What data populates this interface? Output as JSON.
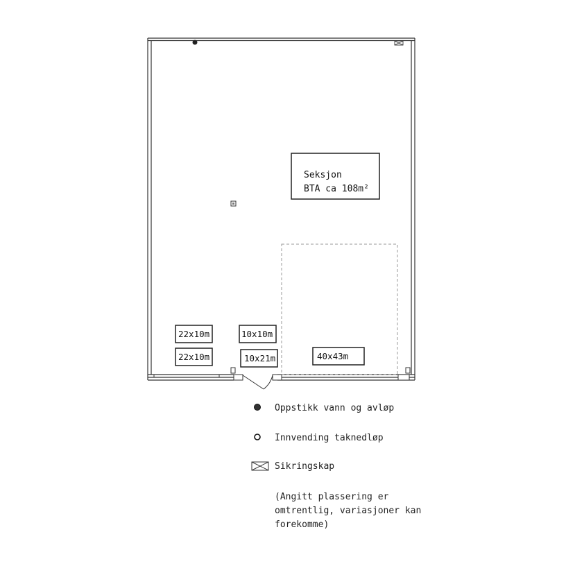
{
  "section": {
    "title": "Seksjon",
    "area": "BTA ca 108m²"
  },
  "openings": {
    "o1": "22x10m",
    "o2": "22x10m",
    "o3": "10x10m",
    "o4": "10x21m",
    "o5": "40x43m"
  },
  "legend": {
    "water": "Oppstikk vann og avløp",
    "drain": "Innvending taknedløp",
    "fuse": "Sikringskap",
    "note_line1": "(Angitt plassering er",
    "note_line2": "omtrentlig, variasjoner kan",
    "note_line3": "forekomme)"
  },
  "colors": {
    "wall": "#333333",
    "dashed": "#999999",
    "marker_fill": "#222222"
  },
  "icons": {
    "water": "filled-circle-icon",
    "drain": "open-circle-icon",
    "fuse": "crossed-box-icon"
  }
}
